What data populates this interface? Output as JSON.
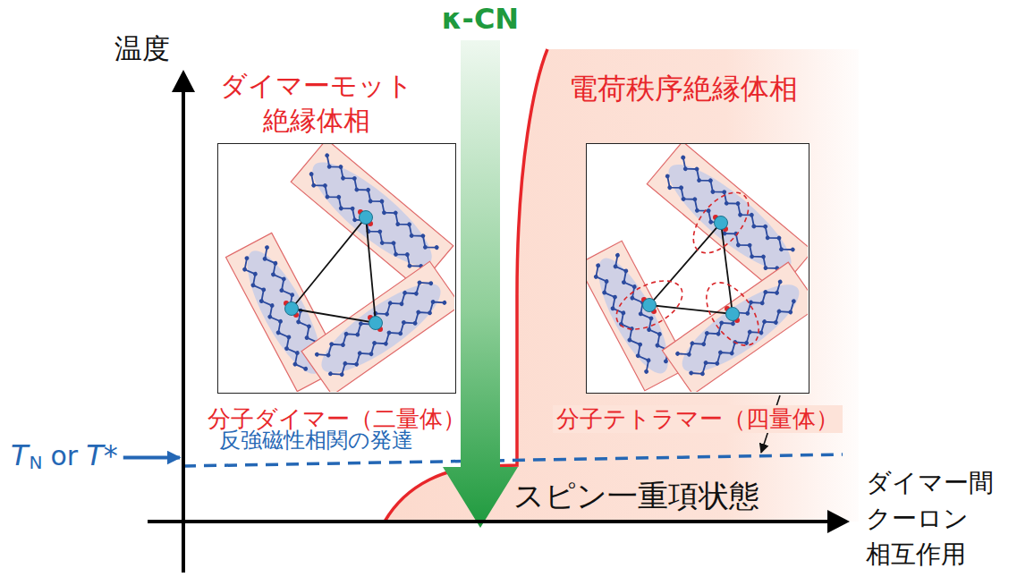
{
  "diagram": {
    "nodes": [
      {
        "text": [
          "分子ダイマー（二量体）"
        ]
      },
      {
        "text": [
          "分子テトラマー（四量体）"
        ]
      }
    ],
    "labels": [
      "温度",
      "κ-CN",
      "ダイマーモット 絶縁体相",
      "電荷秩序絶縁体相",
      "反強磁性相関の発達",
      "T",
      "N",
      "or",
      "T*",
      "スピン一重項状態",
      "ダイマー間 クーロン 相互作用"
    ]
  }
}
